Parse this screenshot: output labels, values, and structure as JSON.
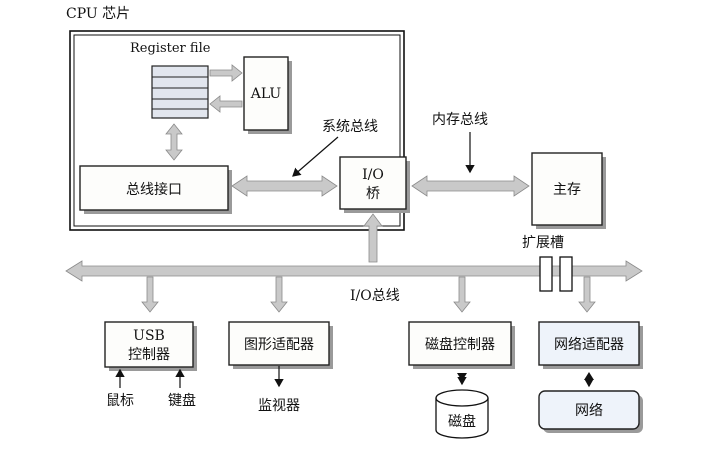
{
  "cpu": {
    "title": "CPU 芯片",
    "register_file": "Register file",
    "alu": "ALU",
    "bus_interface": "总线接口"
  },
  "buses": {
    "system_bus": "系统总线",
    "memory_bus": "内存总线",
    "io_bus": "I/O总线",
    "expansion_slots": "扩展槽"
  },
  "io_bridge": {
    "line1": "I/O",
    "line2": "桥"
  },
  "main_memory": "主存",
  "controllers": {
    "usb_line1": "USB",
    "usb_line2": "控制器",
    "graphics_adapter": "图形适配器",
    "disk_controller": "磁盘控制器",
    "network_adapter": "网络适配器"
  },
  "devices": {
    "mouse": "鼠标",
    "keyboard": "键盘",
    "monitor": "监视器",
    "disk": "磁盘",
    "network": "网络"
  },
  "colors": {
    "bus_fill": "#c9c9c9",
    "network_box_fill": "#eef3fa"
  }
}
